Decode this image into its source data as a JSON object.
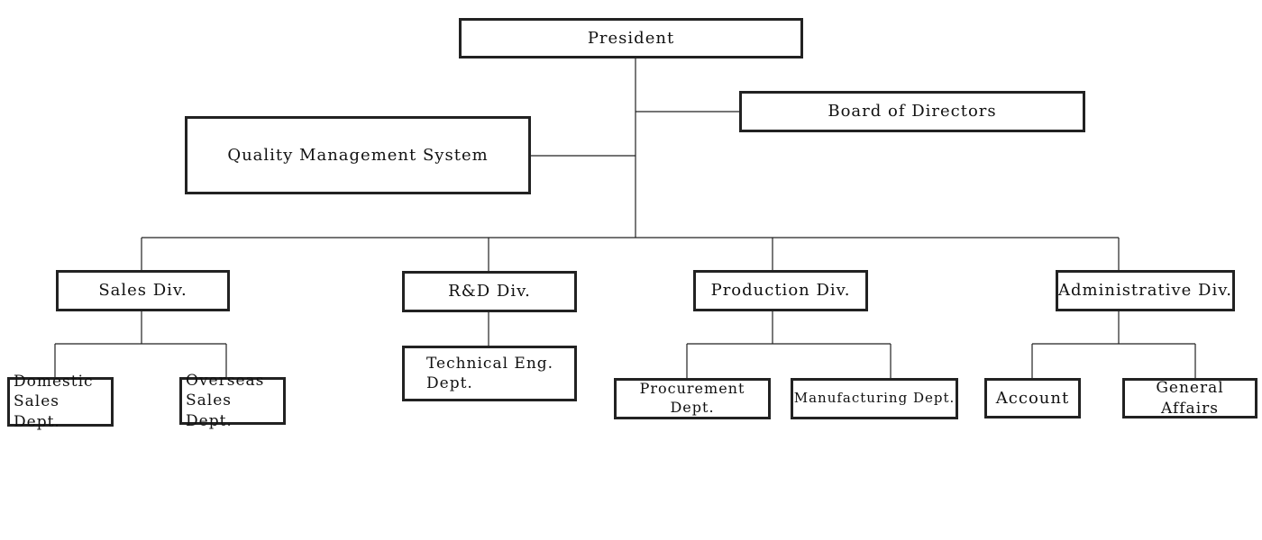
{
  "top": {
    "president": "President",
    "board": "Board of Directors",
    "qms": "Quality Management System"
  },
  "divisions": {
    "sales": "Sales Div.",
    "rnd": "R&D Div.",
    "production": "Production Div.",
    "admin": "Administrative Div."
  },
  "departments": {
    "domestic_sales": [
      "Domestic",
      "Sales Dept."
    ],
    "overseas_sales": [
      "Overseas",
      "Sales Dept."
    ],
    "technical_eng": [
      "Technical Eng.",
      "Dept."
    ],
    "procurement": "Procurement Dept.",
    "manufacturing": "Manufacturing Dept.",
    "account": "Account",
    "general_affairs": "General Affairs"
  }
}
